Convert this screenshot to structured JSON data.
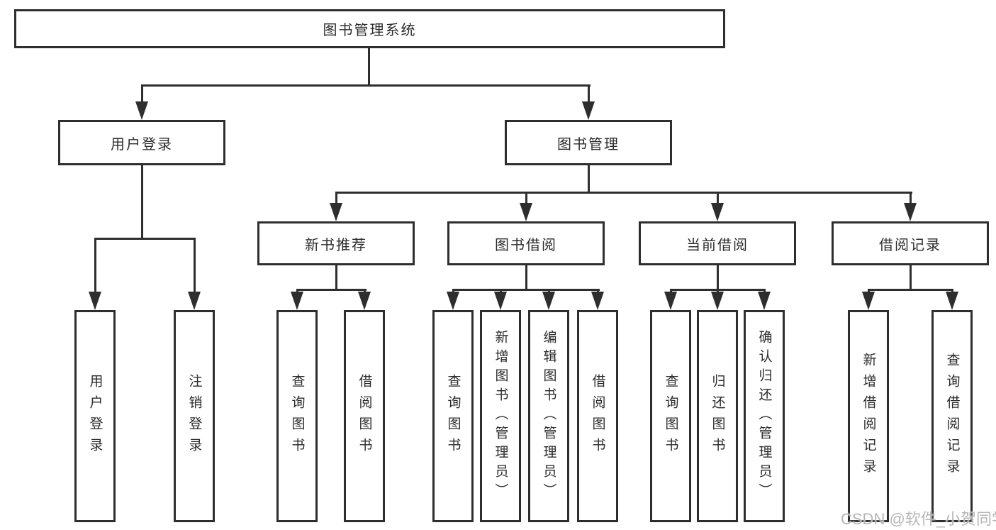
{
  "diagram": {
    "type": "hierarchy-tree",
    "orientation": "top-down"
  },
  "colors": {
    "line": "#2e2e2e",
    "box_border": "#2e2e2e",
    "box_fill": "#ffffff",
    "text": "#2b2b2b",
    "watermark": "#b2b2b2",
    "background": "#ffffff"
  },
  "tree": {
    "label": "图书管理系统",
    "children": [
      {
        "label": "用户登录",
        "children": [
          {
            "label": "用户登录"
          },
          {
            "label": "注销登录"
          }
        ]
      },
      {
        "label": "图书管理",
        "children": [
          {
            "label": "新书推荐",
            "children": [
              {
                "label": "查询图书"
              },
              {
                "label": "借阅图书"
              }
            ]
          },
          {
            "label": "图书借阅",
            "children": [
              {
                "label": "查询图书"
              },
              {
                "label": "新增图书（管理员）"
              },
              {
                "label": "编辑图书（管理员）"
              },
              {
                "label": "借阅图书"
              }
            ]
          },
          {
            "label": "当前借阅",
            "children": [
              {
                "label": "查询图书"
              },
              {
                "label": "归还图书"
              },
              {
                "label": "确认归还（管理员）"
              }
            ]
          },
          {
            "label": "借阅记录",
            "children": [
              {
                "label": "新增借阅记录"
              },
              {
                "label": "查询借阅记录"
              }
            ]
          }
        ]
      }
    ]
  },
  "watermark": {
    "text": "CSDN @软件_小贺同学"
  }
}
